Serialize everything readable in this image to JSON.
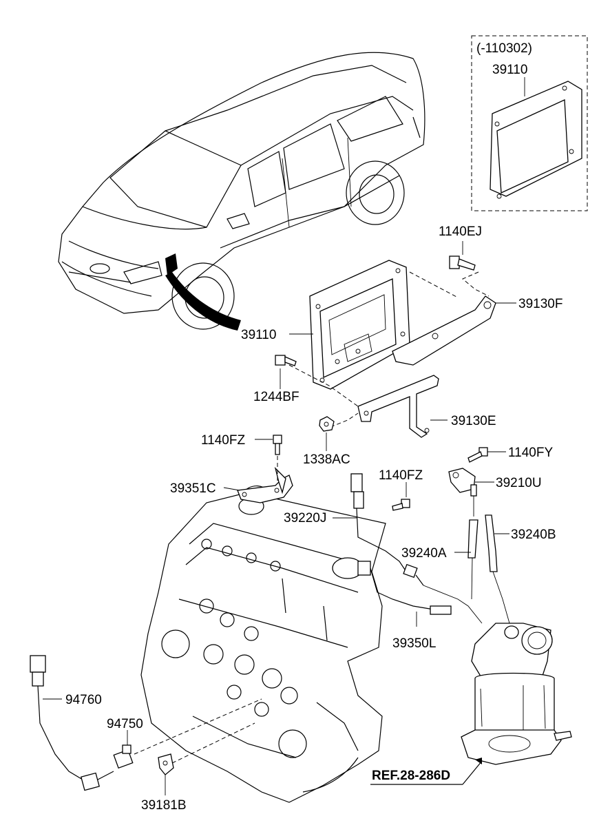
{
  "inset": {
    "label": "(-110302)",
    "part": "39110"
  },
  "labels": {
    "l1140EJ": "1140EJ",
    "l39130F": "39130F",
    "l39110": "39110",
    "l1244BF": "1244BF",
    "l39130E": "39130E",
    "l1338AC": "1338AC",
    "l1140FZ_a": "1140FZ",
    "l1140FY": "1140FY",
    "l39351C": "39351C",
    "l1140FZ_b": "1140FZ",
    "l39210U": "39210U",
    "l39220J": "39220J",
    "l39240B": "39240B",
    "l39240A": "39240A",
    "l39350L": "39350L",
    "l94760": "94760",
    "l94750": "94750",
    "l39181B": "39181B"
  },
  "reference": "REF.28-286D",
  "icons": [
    "car-illustration",
    "ecu-module",
    "engine-block",
    "catalytic-converter",
    "oxygen-sensor",
    "knock-sensor",
    "bolt-icon"
  ]
}
